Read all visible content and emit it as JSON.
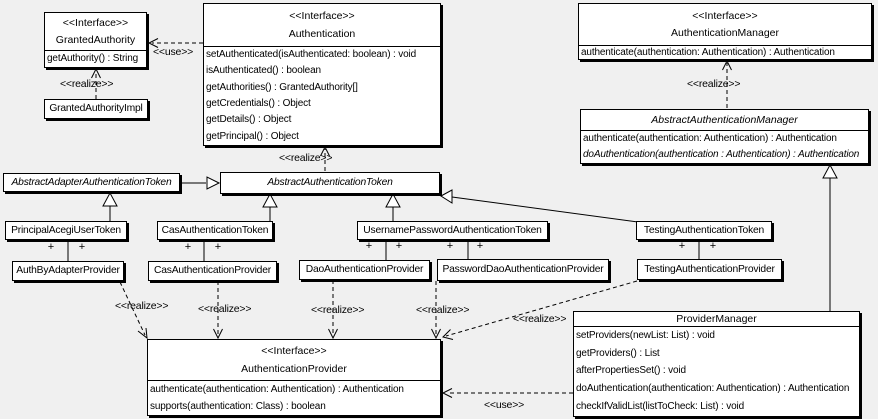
{
  "uml": {
    "type": "uml-class-diagram",
    "colors": {
      "background": "#f0f0f0",
      "box_fill": "#ffffff",
      "line": "#000000",
      "shadow": "#000000"
    },
    "labels": {
      "use": "<<use>>",
      "realize": "<<realize>>",
      "plus": "+"
    },
    "classes": {
      "granted_authority": {
        "stereotype": "<<Interface>>",
        "name": "GrantedAuthority",
        "methods": [
          "getAuthority() : String"
        ]
      },
      "granted_authority_impl": {
        "name": "GrantedAuthorityImpl"
      },
      "authentication": {
        "stereotype": "<<Interface>>",
        "name": "Authentication",
        "methods": [
          "setAuthenticated(isAuthenticated: boolean) : void",
          "isAuthenticated() : boolean",
          "getAuthorities() : GrantedAuthority[]",
          "getCredentials() : Object",
          "getDetails() : Object",
          "getPrincipal() : Object"
        ]
      },
      "authentication_manager": {
        "stereotype": "<<Interface>>",
        "name": "AuthenticationManager",
        "methods": [
          "authenticate(authentication: Authentication) : Authentication"
        ]
      },
      "abstract_authentication_manager": {
        "name": "AbstractAuthenticationManager",
        "abstract": true,
        "methods": [
          "authenticate(authentication: Authentication) : Authentication",
          "doAuthentication(authentication : Authentication) : Authentication"
        ]
      },
      "abstract_adapter_authentication_token": {
        "name": "AbstractAdapterAuthenticationToken",
        "abstract": true
      },
      "abstract_authentication_token": {
        "name": "AbstractAuthenticationToken",
        "abstract": true
      },
      "principal_acegi_user_token": {
        "name": "PrincipalAcegiUserToken"
      },
      "cas_authentication_token": {
        "name": "CasAuthenticationToken"
      },
      "username_password_authentication_token": {
        "name": "UsernamePasswordAuthenticationToken"
      },
      "testing_authentication_token": {
        "name": "TestingAuthenticationToken"
      },
      "auth_by_adapter_provider": {
        "name": "AuthByAdapterProvider"
      },
      "cas_authentication_provider": {
        "name": "CasAuthenticationProvider"
      },
      "dao_authentication_provider": {
        "name": "DaoAuthenticationProvider"
      },
      "password_dao_authentication_provider": {
        "name": "PasswordDaoAuthenticationProvider"
      },
      "testing_authentication_provider": {
        "name": "TestingAuthenticationProvider"
      },
      "authentication_provider": {
        "stereotype": "<<Interface>>",
        "name": "AuthenticationProvider",
        "methods": [
          "authenticate(authentication: Authentication) : Authentication",
          "supports(authentication: Class) : boolean"
        ]
      },
      "provider_manager": {
        "name": "ProviderManager",
        "methods": [
          "setProviders(newList: List) : void",
          "getProviders() : List",
          "afterPropertiesSet() : void",
          "doAuthentication(authentication: Authentication) : Authentication",
          "checkIfValidList(listToCheck: List) : void"
        ]
      }
    },
    "relationships": [
      {
        "from": "Authentication",
        "to": "GrantedAuthority",
        "type": "use"
      },
      {
        "from": "GrantedAuthorityImpl",
        "to": "GrantedAuthority",
        "type": "realize"
      },
      {
        "from": "AbstractAuthenticationToken",
        "to": "Authentication",
        "type": "realize"
      },
      {
        "from": "AbstractAuthenticationManager",
        "to": "AuthenticationManager",
        "type": "realize"
      },
      {
        "from": "AbstractAdapterAuthenticationToken",
        "to": "AbstractAuthenticationToken",
        "type": "generalization"
      },
      {
        "from": "PrincipalAcegiUserToken",
        "to": "AbstractAdapterAuthenticationToken",
        "type": "generalization"
      },
      {
        "from": "CasAuthenticationToken",
        "to": "AbstractAuthenticationToken",
        "type": "generalization"
      },
      {
        "from": "UsernamePasswordAuthenticationToken",
        "to": "AbstractAuthenticationToken",
        "type": "generalization"
      },
      {
        "from": "TestingAuthenticationToken",
        "to": "AbstractAuthenticationToken",
        "type": "generalization"
      },
      {
        "from": "ProviderManager",
        "to": "AbstractAuthenticationManager",
        "type": "generalization"
      },
      {
        "from": "PrincipalAcegiUserToken",
        "to": "AuthByAdapterProvider",
        "type": "association",
        "end_adornments": [
          "+",
          "+"
        ]
      },
      {
        "from": "CasAuthenticationToken",
        "to": "CasAuthenticationProvider",
        "type": "association",
        "end_adornments": [
          "+",
          "+"
        ]
      },
      {
        "from": "UsernamePasswordAuthenticationToken",
        "to": "DaoAuthenticationProvider",
        "type": "association",
        "end_adornments": [
          "+",
          "+"
        ]
      },
      {
        "from": "UsernamePasswordAuthenticationToken",
        "to": "PasswordDaoAuthenticationProvider",
        "type": "association",
        "end_adornments": [
          "+",
          "+"
        ]
      },
      {
        "from": "TestingAuthenticationToken",
        "to": "TestingAuthenticationProvider",
        "type": "association",
        "end_adornments": [
          "+",
          "+"
        ]
      },
      {
        "from": "AuthByAdapterProvider",
        "to": "AuthenticationProvider",
        "type": "realize"
      },
      {
        "from": "CasAuthenticationProvider",
        "to": "AuthenticationProvider",
        "type": "realize"
      },
      {
        "from": "DaoAuthenticationProvider",
        "to": "AuthenticationProvider",
        "type": "realize"
      },
      {
        "from": "PasswordDaoAuthenticationProvider",
        "to": "AuthenticationProvider",
        "type": "realize"
      },
      {
        "from": "TestingAuthenticationProvider",
        "to": "AuthenticationProvider",
        "type": "realize"
      },
      {
        "from": "ProviderManager",
        "to": "AuthenticationProvider",
        "type": "use"
      }
    ]
  }
}
